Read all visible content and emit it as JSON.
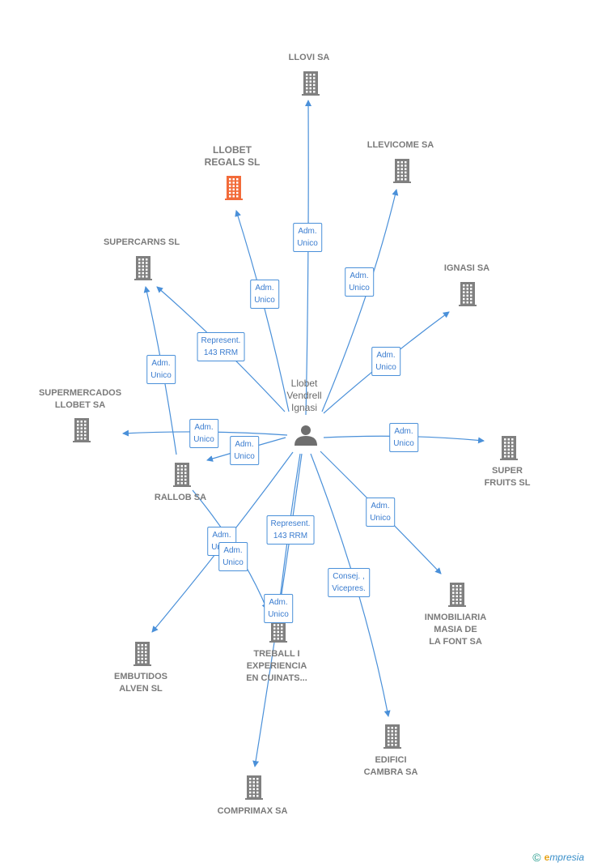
{
  "colors": {
    "edge": "#4a90d9",
    "building": "#808080",
    "highlight": "#f26b3a",
    "person": "#6e6e6e"
  },
  "person": {
    "name": "Llobet\nVendrell\nIgnasi",
    "icon": "person-icon"
  },
  "companies": [
    {
      "id": "llovi",
      "name": "LLOVI SA",
      "highlight": false
    },
    {
      "id": "llevicome",
      "name": "LLEVICOME SA",
      "highlight": false
    },
    {
      "id": "llobet-regals",
      "name": "LLOBET\nREGALS  SL",
      "highlight": true
    },
    {
      "id": "ignasi",
      "name": "IGNASI SA",
      "highlight": false
    },
    {
      "id": "supercarns",
      "name": "SUPERCARNS SL",
      "highlight": false
    },
    {
      "id": "supermercados",
      "name": "SUPERMERCADOS\nLLOBET SA",
      "highlight": false
    },
    {
      "id": "super-fruits",
      "name": "SUPER\nFRUITS SL",
      "highlight": false
    },
    {
      "id": "rallob",
      "name": "RALLOB SA",
      "highlight": false
    },
    {
      "id": "inmobiliaria",
      "name": "INMOBILIARIA\nMASIA DE\nLA FONT SA",
      "highlight": false
    },
    {
      "id": "embutidos",
      "name": "EMBUTIDOS\nALVEN SL",
      "highlight": false
    },
    {
      "id": "treball",
      "name": "TREBALL I\nEXPERIENCIA\nEN CUINATS...",
      "highlight": false
    },
    {
      "id": "edifici",
      "name": "EDIFICI\nCAMBRA SA",
      "highlight": false
    },
    {
      "id": "comprimax",
      "name": "COMPRIMAX SA",
      "highlight": false
    }
  ],
  "edges": [
    {
      "from": "person",
      "to": "llovi",
      "label": "Adm.\nUnico"
    },
    {
      "from": "person",
      "to": "llevicome",
      "label": "Adm.\nUnico"
    },
    {
      "from": "person",
      "to": "llobet-regals",
      "label": "Adm.\nUnico"
    },
    {
      "from": "person",
      "to": "ignasi",
      "label": "Adm.\nUnico"
    },
    {
      "from": "person",
      "to": "supercarns",
      "label": "Represent.\n143 RRM"
    },
    {
      "from": "rallob",
      "to": "supercarns",
      "label": "Adm.\nUnico"
    },
    {
      "from": "person",
      "to": "supermercados",
      "label": "Adm.\nUnico"
    },
    {
      "from": "person",
      "to": "rallob",
      "label": "Adm.\nUnico"
    },
    {
      "from": "person",
      "to": "super-fruits",
      "label": "Adm.\nUnico"
    },
    {
      "from": "person",
      "to": "inmobiliaria",
      "label": "Adm.\nUnico"
    },
    {
      "from": "person",
      "to": "embutidos",
      "label": "Adm.\nUnico"
    },
    {
      "from": "rallob",
      "to": "treball",
      "label": "Adm.\nUnico"
    },
    {
      "from": "person",
      "to": "treball",
      "label": "Adm.\nUnico"
    },
    {
      "from": "person",
      "to": "comprimax",
      "label": "Represent.\n143 RRM"
    },
    {
      "from": "person",
      "to": "edifici",
      "label": "Consej. ,\nVicepres."
    }
  ],
  "footer": {
    "copyright": "©",
    "brand_first": "e",
    "brand_rest": "mpresia"
  }
}
